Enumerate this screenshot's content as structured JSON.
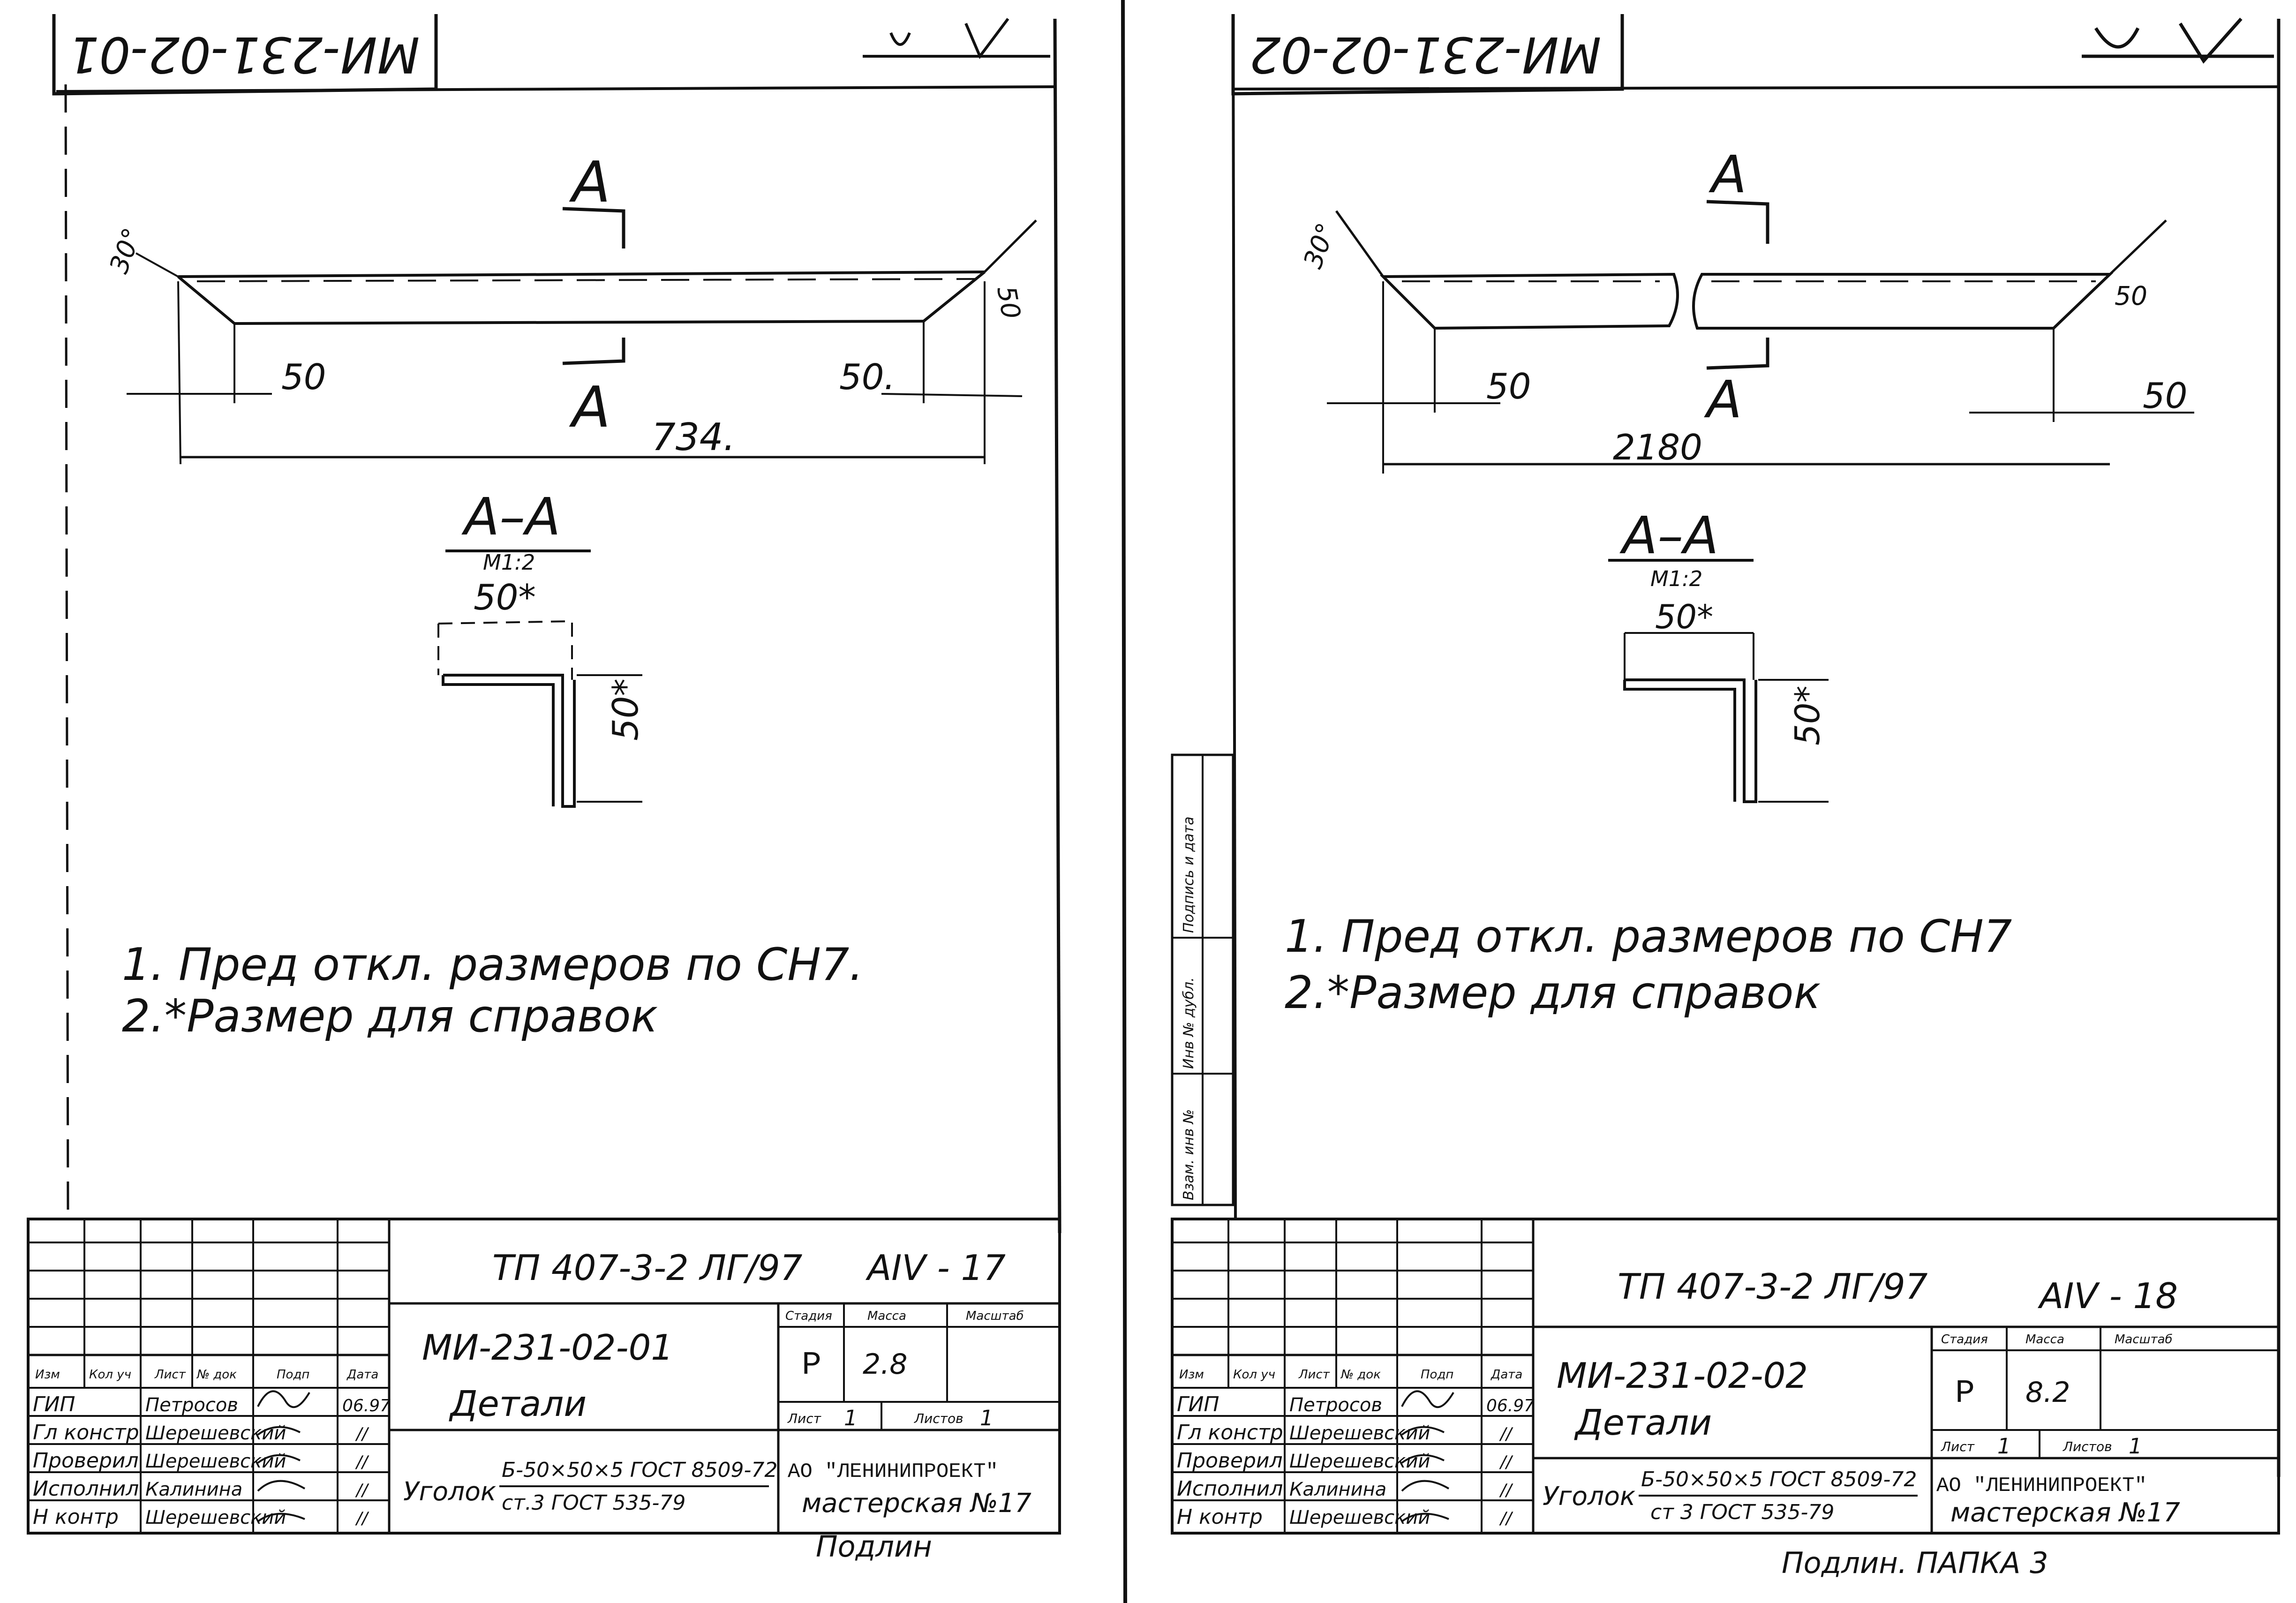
{
  "sheets": [
    {
      "stamp_code": "МИ-231-02-01",
      "section": "А",
      "dim_left": "50",
      "dim_right": "50.",
      "dim_total": "734.",
      "angle_left": "30°",
      "angle_right": "50",
      "section_title": "А–А",
      "section_scale": "М1:2",
      "section_dim_h": "50*",
      "section_dim_v": "50*",
      "notes": [
        "1. Пред откл. размеров по СН7.",
        "2.*Размер для справок"
      ],
      "tb": {
        "project": "ТП 407-3-2 ЛГ/97",
        "sheet_code": "АIV - 17",
        "head": [
          "Изм",
          "Кол уч",
          "Лист",
          "№ док",
          "Подп",
          "Дата"
        ],
        "roles": [
          "ГИП",
          "Гл констр",
          "Проверил",
          "Исполнил",
          "Н контр"
        ],
        "names": [
          "Петросов",
          "Шерешевский",
          "Шерешевский",
          "Калинина",
          "Шерешевский"
        ],
        "dates": [
          "06.97",
          "//",
          "//",
          "//",
          "//"
        ],
        "doc_code": "МИ-231-02-01",
        "doc_title": "Детали",
        "stage_head": [
          "Стадия",
          "Масса",
          "Масштаб"
        ],
        "stage": "Р",
        "mass": "2.8",
        "sheet_lbl": "Лист",
        "sheet_no": "1",
        "sheets_lbl": "Листов",
        "sheets_no": "1",
        "material_lbl": "Уголок",
        "material_top": "Б-50×50×5 ГОСТ 8509-72",
        "material_bot": "ст.3 ГОСТ 535-79",
        "org1": "АО \"ЛЕНИНИПРОЕКТ\"",
        "org2": "мастерская №17"
      },
      "bottom_note": "Подлин"
    },
    {
      "stamp_code": "МИ-231-02-02",
      "section": "А",
      "dim_left": "50",
      "dim_right": "50",
      "dim_total": "2180",
      "angle_left": "30°",
      "angle_right": "50",
      "section_title": "А–А",
      "section_scale": "М1:2",
      "section_dim_h": "50*",
      "section_dim_v": "50*",
      "notes": [
        "1. Пред откл. размеров по СН7",
        "2.*Размер для справок"
      ],
      "tb": {
        "project": "ТП 407-3-2 ЛГ/97",
        "sheet_code": "АIV - 18",
        "head": [
          "Изм",
          "Кол уч",
          "Лист",
          "№ док",
          "Подп",
          "Дата"
        ],
        "roles": [
          "ГИП",
          "Гл констр",
          "Проверил",
          "Исполнил",
          "Н контр"
        ],
        "names": [
          "Петросов",
          "Шерешевский",
          "Шерешевский",
          "Калинина",
          "Шерешевский"
        ],
        "dates": [
          "06.97",
          "//",
          "//",
          "//",
          "//"
        ],
        "doc_code": "МИ-231-02-02",
        "doc_title": "Детали",
        "stage_head": [
          "Стадия",
          "Масса",
          "Масштаб"
        ],
        "stage": "Р",
        "mass": "8.2",
        "sheet_lbl": "Лист",
        "sheet_no": "1",
        "sheets_lbl": "Листов",
        "sheets_no": "1",
        "material_lbl": "Уголок",
        "material_top": "Б-50×50×5 ГОСТ 8509-72",
        "material_bot": "ст 3 ГОСТ 535-79",
        "org1": "АО \"ЛЕНИНИПРОЕКТ\"",
        "org2": "мастерская №17"
      },
      "bottom_note": "Подлин. ПАПКА 3"
    }
  ],
  "margin_stamp": [
    "Взам. инв №",
    "Инв № дубл.",
    "Подпись и дата"
  ]
}
